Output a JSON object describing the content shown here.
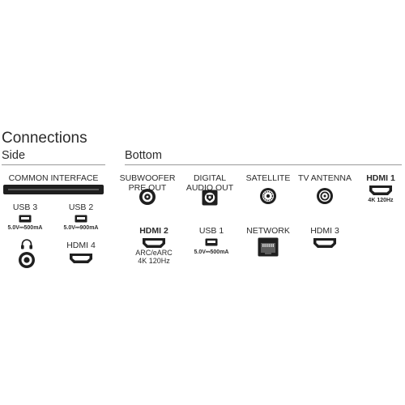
{
  "title": "Connections",
  "sections": {
    "side": "Side",
    "bottom": "Bottom"
  },
  "side": {
    "common_interface": "COMMON INTERFACE",
    "usb3": {
      "label": "USB 3",
      "spec": "5.0V⎓500mA"
    },
    "usb2": {
      "label": "USB 2",
      "spec": "5.0V⎓900mA"
    },
    "headphones": {
      "icon": "headphones-icon"
    },
    "hdmi4": {
      "label": "HDMI 4"
    }
  },
  "bottom": {
    "subwoofer": {
      "line1": "SUBWOOFER",
      "line2": "PRE OUT"
    },
    "digital_audio": {
      "line1": "DIGITAL",
      "line2": "AUDIO OUT"
    },
    "satellite": {
      "label": "SATELLITE"
    },
    "tv_antenna": {
      "label": "TV ANTENNA"
    },
    "hdmi1": {
      "label": "HDMI 1",
      "spec": "4K 120Hz"
    },
    "hdmi2": {
      "label": "HDMI 2",
      "spec1": "ARC/eARC",
      "spec2": "4K 120Hz"
    },
    "usb1": {
      "label": "USB 1",
      "spec": "5.0V⎓500mA"
    },
    "network": {
      "label": "NETWORK"
    },
    "hdmi3": {
      "label": "HDMI 3"
    }
  },
  "colors": {
    "text": "#2b2b2b",
    "icon": "#1f1f1f",
    "rule": "#9a9a9a"
  }
}
